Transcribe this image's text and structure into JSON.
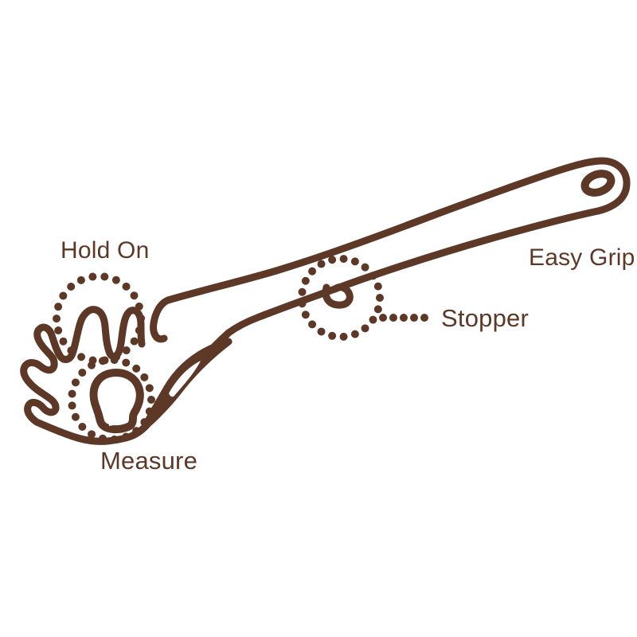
{
  "title": "Spaghetti server feature diagram",
  "colors": {
    "ink": "#5d3826",
    "background": "#ffffff"
  },
  "labels": {
    "hold_on": "Hold On",
    "easy_grip": "Easy Grip",
    "stopper": "Stopper",
    "measure": "Measure"
  },
  "drawing": {
    "parts": [
      "spaghetti-server-outline",
      "wavy-tines",
      "measuring-hole",
      "neck-reinforcement",
      "stopper-tab",
      "handle",
      "hanging-hole",
      "hold-on-highlight-circle",
      "measure-highlight-circle",
      "stopper-highlight-circle",
      "stopper-leader-dots"
    ]
  }
}
